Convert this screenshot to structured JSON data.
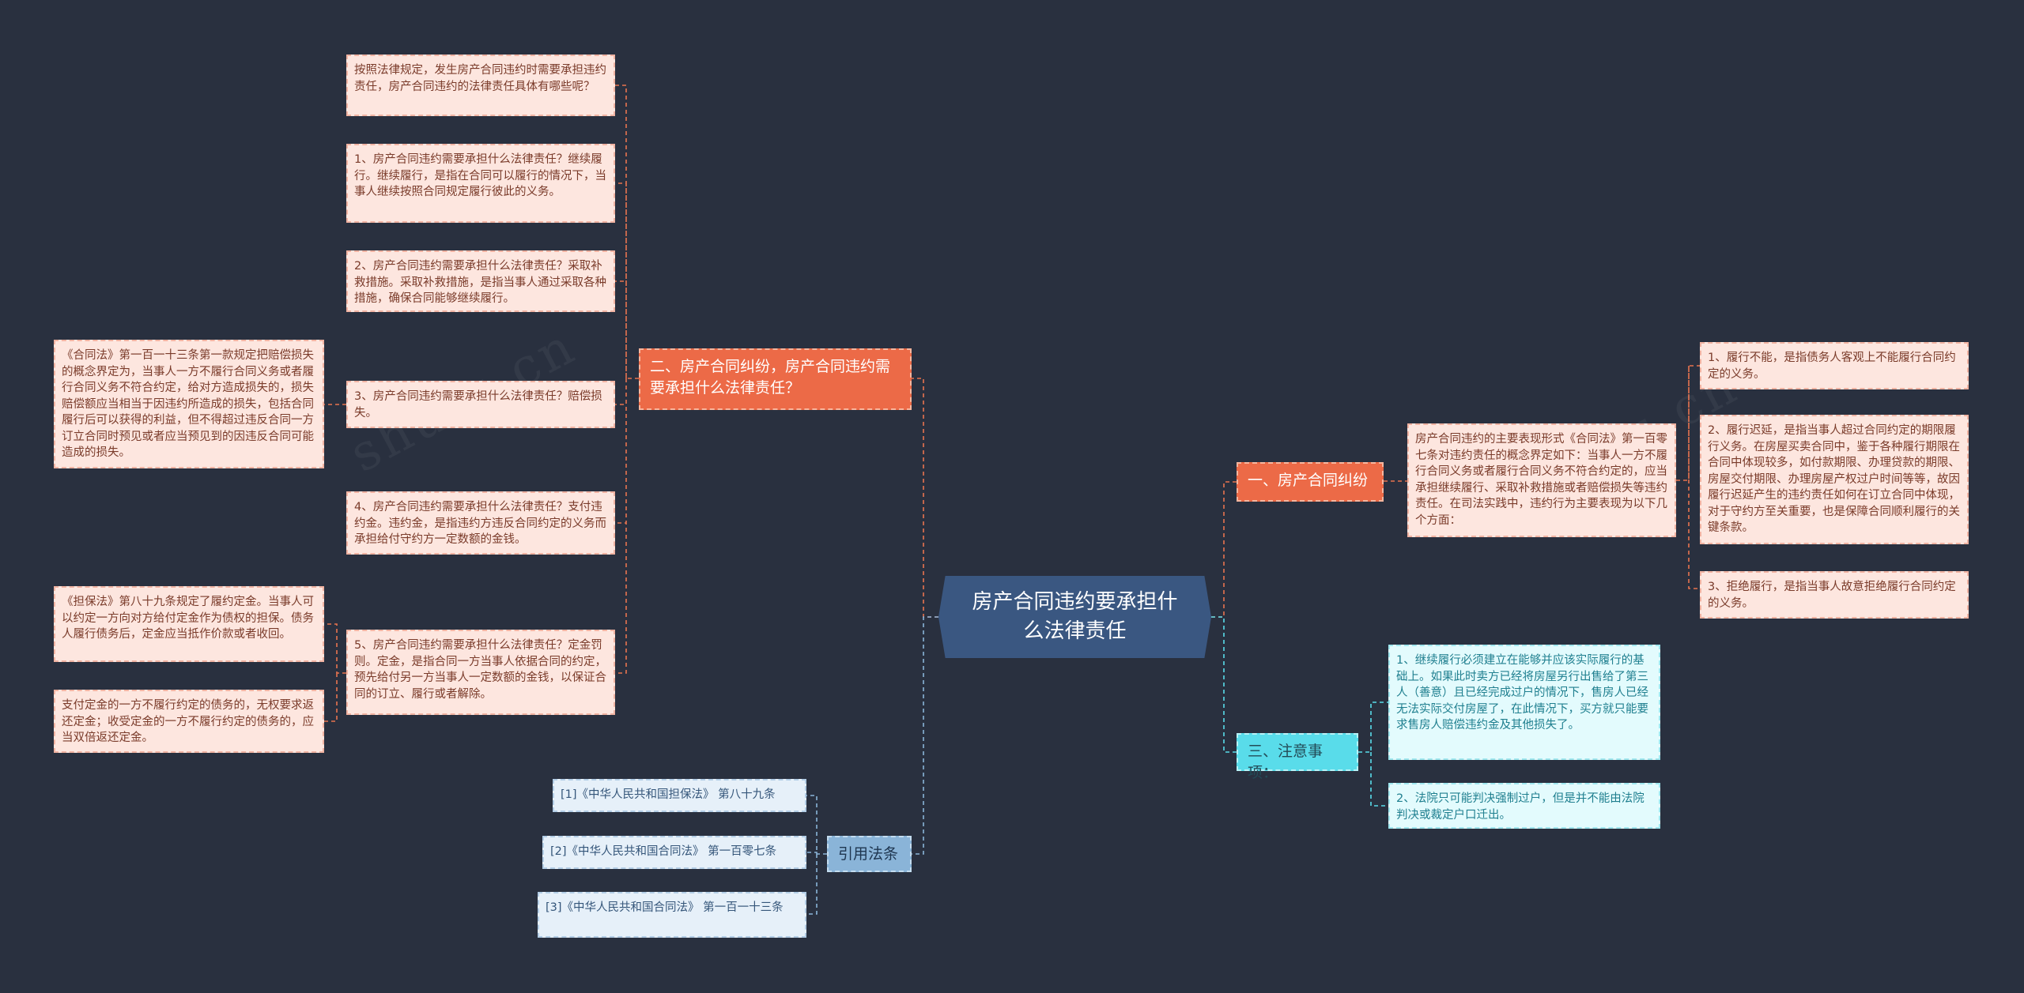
{
  "root": {
    "label": "房产合同违约要承担什么法律责任"
  },
  "branches": {
    "b1": {
      "label": "一、房产合同纠纷"
    },
    "b2": {
      "label": "二、房产合同纠纷，房产合同违约需要承担什么法律责任？"
    },
    "b3": {
      "label": "三、注意事项："
    },
    "b4": {
      "label": "引用法条"
    }
  },
  "nodes": {
    "b1_intro": "房产合同违约的主要表现形式《合同法》第一百零七条对违约责任的概念界定如下：当事人一方不履行合同义务或者履行合同义务不符合约定的，应当承担继续履行、采取补救措施或者赔偿损失等违约责任。在司法实践中，违约行为主要表现为以下几个方面：",
    "b1_c1": "1、履行不能，是指债务人客观上不能履行合同约定的义务。",
    "b1_c2": "2、履行迟延，是指当事人超过合同约定的期限履行义务。在房屋买卖合同中，鉴于各种履行期限在合同中体现较多，如付款期限、办理贷款的期限、房屋交付期限、办理房屋产权过户时间等等，故因履行迟延产生的违约责任如何在订立合同中体现，对于守约方至关重要，也是保障合同顺利履行的关键条款。",
    "b1_c3": "3、拒绝履行，是指当事人故意拒绝履行合同约定的义务。",
    "b2_c0": "按照法律规定，发生房产合同违约时需要承担违约责任，房产合同违约的法律责任具体有哪些呢？",
    "b2_c1": "1、房产合同违约需要承担什么法律责任？继续履行。继续履行，是指在合同可以履行的情况下，当事人继续按照合同规定履行彼此的义务。",
    "b2_c2": "2、房产合同违约需要承担什么法律责任？采取补救措施。采取补救措施，是指当事人通过采取各种措施，确保合同能够继续履行。",
    "b2_c3": "3、房产合同违约需要承担什么法律责任？赔偿损失。",
    "b2_c3_sub": "《合同法》第一百一十三条第一款规定把赔偿损失的概念界定为，当事人一方不履行合同义务或者履行合同义务不符合约定，给对方造成损失的，损失赔偿额应当相当于因违约所造成的损失，包括合同履行后可以获得的利益，但不得超过违反合同一方订立合同时预见或者应当预见到的因违反合同可能造成的损失。",
    "b2_c4": "4、房产合同违约需要承担什么法律责任？支付违约金。违约金，是指违约方违反合同约定的义务而承担给付守约方一定数额的金钱。",
    "b2_c5": "5、房产合同违约需要承担什么法律责任？定金罚则。定金，是指合同一方当事人依据合同的约定，预先给付另一方当事人一定数额的金钱，以保证合同的订立、履行或者解除。",
    "b2_c5_sub1": "《担保法》第八十九条规定了履约定金。当事人可以约定一方向对方给付定金作为债权的担保。债务人履行债务后，定金应当抵作价款或者收回。",
    "b2_c5_sub2": "支付定金的一方不履行约定的债务的，无权要求返还定金；收受定金的一方不履行约定的债务的，应当双倍返还定金。",
    "b3_c1": "1、继续履行必须建立在能够并应该实际履行的基础上。如果此时卖方已经将房屋另行出售给了第三人（善意）且已经完成过户的情况下，售房人已经无法实际交付房屋了，在此情况下，买方就只能要求售房人赔偿违约金及其他损失了。",
    "b3_c2": "2、法院只可能判决强制过户，但是并不能由法院判决或裁定户口迁出。",
    "b4_c1": "[1]《中华人民共和国担保法》 第八十九条",
    "b4_c2": "[2]《中华人民共和国合同法》 第一百零七条",
    "b4_c3": "[3]《中华人民共和国合同法》 第一百一十三条"
  },
  "colors": {
    "background": "#29303f",
    "root": "#3a5781",
    "red_branch": "#ec6a47",
    "cyan_branch": "#59dcea",
    "blue_branch": "#8ab4d8",
    "red_line": "#e8734f",
    "cyan_line": "#59dcea",
    "blue_line": "#8ab4d8"
  }
}
